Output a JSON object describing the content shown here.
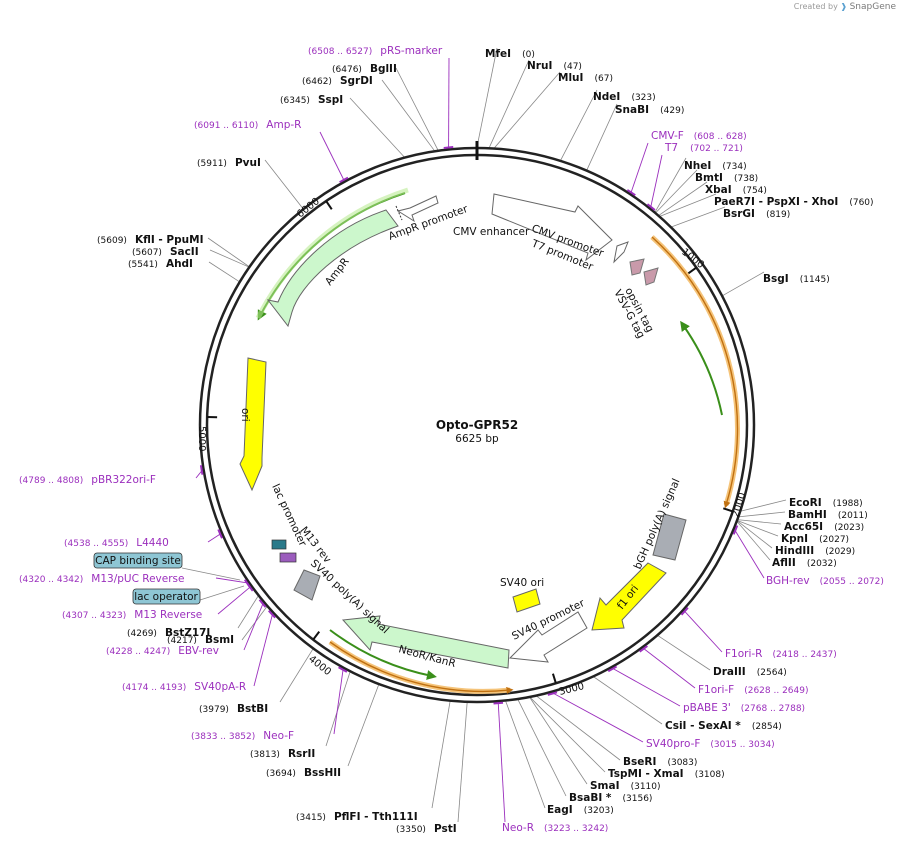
{
  "credit": {
    "text": "Created by",
    "brand": "SnapGene"
  },
  "plasmid": {
    "name": "Opto-GPR52",
    "size": "6625 bp",
    "length": 6625
  },
  "colors": {
    "primer": "#9b2fbd",
    "backbone": "#222222",
    "promoter_fill": "#ffffff",
    "gene_fill": "#ccf7cc",
    "gene_stroke": "#7cbf7c",
    "ori_fill": "#ffff00",
    "polyA_fill": "#a9adb4",
    "orange": "#f0a030",
    "green": "#3a8f1a",
    "tag_fill": "#c99aaa",
    "misc_box": "#8ec6d4"
  },
  "enzymes": [
    {
      "name": "MfeI",
      "pos": "(0)",
      "bp": 0
    },
    {
      "name": "NruI",
      "pos": "(47)",
      "bp": 47
    },
    {
      "name": "MluI",
      "pos": "(67)",
      "bp": 67
    },
    {
      "name": "NdeI",
      "pos": "(323)",
      "bp": 323
    },
    {
      "name": "SnaBI",
      "pos": "(429)",
      "bp": 429
    },
    {
      "name": "NheI",
      "pos": "(734)",
      "bp": 734
    },
    {
      "name": "BmtI",
      "pos": "(738)",
      "bp": 738
    },
    {
      "name": "XbaI",
      "pos": "(754)",
      "bp": 754
    },
    {
      "name": "PaeR7I - PspXI - XhoI",
      "pos": "(760)",
      "bp": 760
    },
    {
      "name": "BsrGI",
      "pos": "(819)",
      "bp": 819
    },
    {
      "name": "BsgI",
      "pos": "(1145)",
      "bp": 1145
    },
    {
      "name": "EcoRI",
      "pos": "(1988)",
      "bp": 1988
    },
    {
      "name": "BamHI",
      "pos": "(2011)",
      "bp": 2011
    },
    {
      "name": "Acc65I",
      "pos": "(2023)",
      "bp": 2023
    },
    {
      "name": "KpnI",
      "pos": "(2027)",
      "bp": 2027
    },
    {
      "name": "HindIII",
      "pos": "(2029)",
      "bp": 2029
    },
    {
      "name": "AflII",
      "pos": "(2032)",
      "bp": 2032
    },
    {
      "name": "DraIII",
      "pos": "(2564)",
      "bp": 2564
    },
    {
      "name": "CsiI - SexAI *",
      "pos": "(2854)",
      "bp": 2854
    },
    {
      "name": "BseRI",
      "pos": "(3083)",
      "bp": 3083
    },
    {
      "name": "TspMI - XmaI",
      "pos": "(3108)",
      "bp": 3108
    },
    {
      "name": "SmaI",
      "pos": "(3110)",
      "bp": 3110
    },
    {
      "name": "BsaBI *",
      "pos": "(3156)",
      "bp": 3156
    },
    {
      "name": "EagI",
      "pos": "(3203)",
      "bp": 3203
    },
    {
      "name": "PstI",
      "pos": "(3350)",
      "bp": 3350
    },
    {
      "name": "PflFI - Tth111I",
      "pos": "(3415)",
      "bp": 3415
    },
    {
      "name": "BssHII",
      "pos": "(3694)",
      "bp": 3694
    },
    {
      "name": "RsrII",
      "pos": "(3813)",
      "bp": 3813
    },
    {
      "name": "BstBI",
      "pos": "(3979)",
      "bp": 3979
    },
    {
      "name": "BsmI",
      "pos": "(4217)",
      "bp": 4217
    },
    {
      "name": "BstZ17I",
      "pos": "(4269)",
      "bp": 4269
    },
    {
      "name": "AhdI",
      "pos": "(5541)",
      "bp": 5541
    },
    {
      "name": "SacII",
      "pos": "(5607)",
      "bp": 5607
    },
    {
      "name": "KflI - PpuMI",
      "pos": "(5609)",
      "bp": 5609
    },
    {
      "name": "PvuI",
      "pos": "(5911)",
      "bp": 5911
    },
    {
      "name": "SspI",
      "pos": "(6345)",
      "bp": 6345
    },
    {
      "name": "SgrDI",
      "pos": "(6462)",
      "bp": 6462
    },
    {
      "name": "BglII",
      "pos": "(6476)",
      "bp": 6476
    }
  ],
  "primers": [
    {
      "name": "pRS-marker",
      "range": "(6508 .. 6527)"
    },
    {
      "name": "Amp-R",
      "range": "(6091 .. 6110)"
    },
    {
      "name": "CMV-F",
      "range": "(608 .. 628)"
    },
    {
      "name": "T7",
      "range": "(702 .. 721)"
    },
    {
      "name": "BGH-rev",
      "range": "(2055 .. 2072)"
    },
    {
      "name": "F1ori-R",
      "range": "(2418 .. 2437)"
    },
    {
      "name": "F1ori-F",
      "range": "(2628 .. 2649)"
    },
    {
      "name": "pBABE 3'",
      "range": "(2768 .. 2788)"
    },
    {
      "name": "SV40pro-F",
      "range": "(3015 .. 3034)"
    },
    {
      "name": "Neo-R",
      "range": "(3223 .. 3242)"
    },
    {
      "name": "Neo-F",
      "range": "(3833 .. 3852)"
    },
    {
      "name": "SV40pA-R",
      "range": "(4174 .. 4193)"
    },
    {
      "name": "EBV-rev",
      "range": "(4228 .. 4247)"
    },
    {
      "name": "M13 Reverse",
      "range": "(4307 .. 4323)"
    },
    {
      "name": "M13/pUC Reverse",
      "range": "(4320 .. 4342)"
    },
    {
      "name": "L4440",
      "range": "(4538 .. 4555)"
    },
    {
      "name": "pBR322ori-F",
      "range": "(4789 .. 4808)"
    }
  ],
  "misc_features": [
    {
      "name": "CAP binding site"
    },
    {
      "name": "lac operator"
    }
  ],
  "features": [
    {
      "name": "CMV enhancer"
    },
    {
      "name": "CMV promoter"
    },
    {
      "name": "T7 promoter"
    },
    {
      "name": "opsin tag"
    },
    {
      "name": "VSV-G tag"
    },
    {
      "name": "bGH poly(A) signal"
    },
    {
      "name": "f1 ori"
    },
    {
      "name": "SV40 promoter"
    },
    {
      "name": "SV40 ori"
    },
    {
      "name": "NeoR/KanR"
    },
    {
      "name": "SV40 poly(A) signal"
    },
    {
      "name": "M13 rev"
    },
    {
      "name": "lac promoter"
    },
    {
      "name": "ori"
    },
    {
      "name": "AmpR"
    },
    {
      "name": "AmpR promoter"
    }
  ],
  "ticks": [
    "1000",
    "2000",
    "3000",
    "4000",
    "5000",
    "6000"
  ]
}
